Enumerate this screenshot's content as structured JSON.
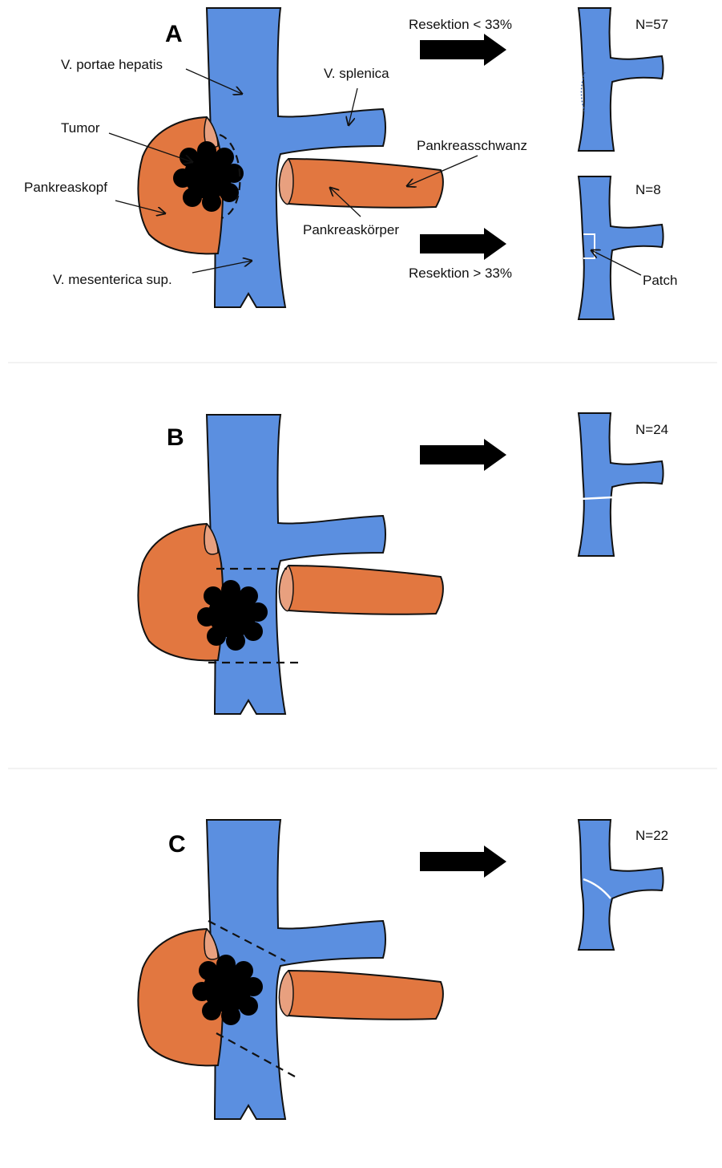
{
  "panelA": {
    "letter": "A",
    "labels": {
      "portal": "V. portae hepatis",
      "splenic": "V. splenica",
      "tumor": "Tumor",
      "head": "Pankreaskopf",
      "tail": "Pankreasschwanz",
      "body": "Pankreaskörper",
      "smv": "V. mesenterica sup."
    },
    "resection_small": "Resektion < 33%",
    "resection_large": "Resektion > 33%",
    "n_top": "N=57",
    "n_bottom": "N=8",
    "patch": "Patch"
  },
  "panelB": {
    "letter": "B",
    "n": "N=24"
  },
  "panelC": {
    "letter": "C",
    "n": "N=22"
  },
  "colors": {
    "vein": "#5b8fe0",
    "pancreas": "#e27740",
    "tumor": "#000000"
  }
}
